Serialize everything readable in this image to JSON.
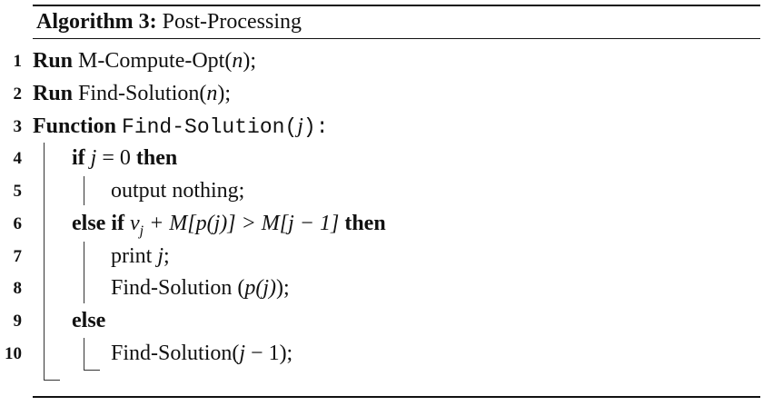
{
  "algorithm": {
    "caption_label": "Algorithm 3:",
    "caption_title": "Post-Processing",
    "lines": [
      {
        "num": "1",
        "kw": "Run",
        "text": " M-Compute-Opt(",
        "var": "n",
        "tail": ");"
      },
      {
        "num": "2",
        "kw": "Run",
        "text": " Find-Solution(",
        "var": "n",
        "tail": ");"
      },
      {
        "num": "3",
        "kw": "Function",
        "func": "Find-Solution(",
        "var": "j",
        "tail": "):"
      },
      {
        "num": "4",
        "kw": "if",
        "cond_var": "j",
        "cond": " = 0 ",
        "kw2": "then"
      },
      {
        "num": "5",
        "text": "output nothing;"
      },
      {
        "num": "6",
        "kw": "else if",
        "cond_expr": "v",
        "sub": "j",
        "cond_rest": " + M[p(j)] > M[j − 1] ",
        "kw2": "then"
      },
      {
        "num": "7",
        "text": "print ",
        "var": "j",
        "tail": ";"
      },
      {
        "num": "8",
        "text": "Find-Solution (",
        "var": "p(j)",
        "tail": ");"
      },
      {
        "num": "9",
        "kw": "else"
      },
      {
        "num": "10",
        "text": "Find-Solution(",
        "var": "j",
        "tail": " − 1);"
      }
    ]
  }
}
